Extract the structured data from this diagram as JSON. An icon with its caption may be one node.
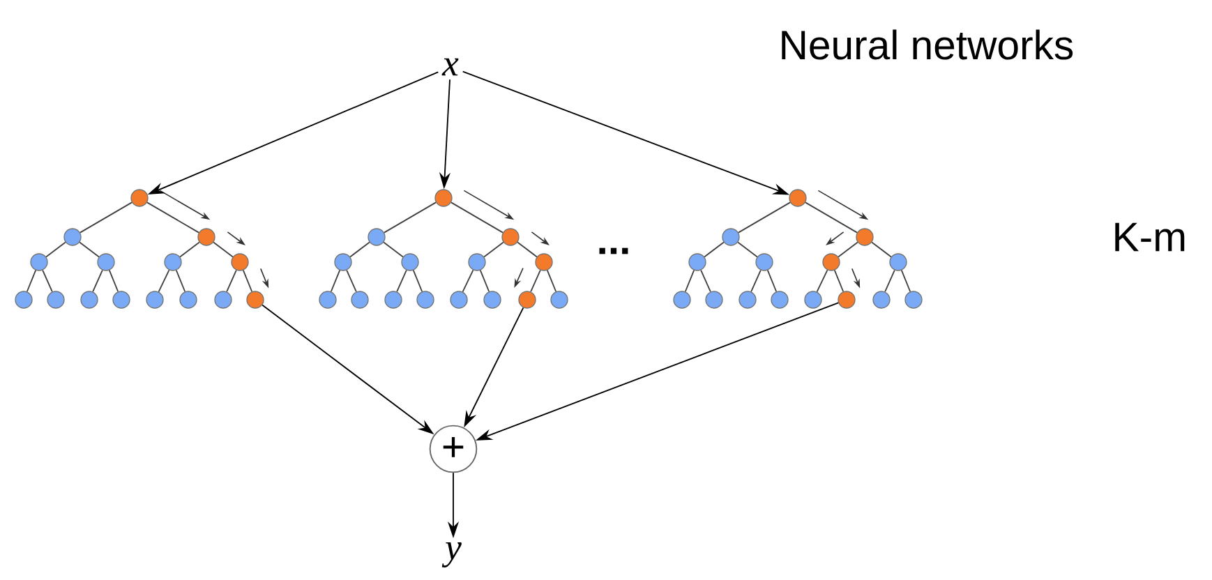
{
  "diagram": {
    "nodes": [
      {
        "text": [
          "x"
        ]
      },
      {
        "text": [],
        "shape": "circle"
      },
      {
        "text": [],
        "shape": "circle"
      },
      {
        "text": [],
        "shape": "circle"
      },
      {
        "text": [],
        "shape": "circle"
      },
      {
        "text": [],
        "shape": "circle"
      },
      {
        "text": [],
        "shape": "circle"
      },
      {
        "text": [],
        "shape": "circle"
      },
      {
        "text": [],
        "shape": "circle"
      },
      {
        "text": [],
        "shape": "circle"
      },
      {
        "text": [],
        "shape": "circle"
      },
      {
        "text": [],
        "shape": "circle"
      },
      {
        "text": [],
        "shape": "circle"
      },
      {
        "text": [],
        "shape": "circle"
      },
      {
        "text": [],
        "shape": "circle"
      },
      {
        "text": [],
        "shape": "circle"
      },
      {
        "text": [],
        "shape": "circle"
      },
      {
        "text": [],
        "shape": "circle"
      },
      {
        "text": [],
        "shape": "circle"
      },
      {
        "text": [],
        "shape": "circle"
      },
      {
        "text": [],
        "shape": "circle"
      },
      {
        "text": [],
        "shape": "circle"
      },
      {
        "text": [],
        "shape": "circle"
      },
      {
        "text": [],
        "shape": "circle"
      },
      {
        "text": [],
        "shape": "circle"
      },
      {
        "text": [],
        "shape": "circle"
      },
      {
        "text": [],
        "shape": "circle"
      },
      {
        "text": [],
        "shape": "circle"
      },
      {
        "text": [],
        "shape": "circle"
      },
      {
        "text": [],
        "shape": "circle"
      },
      {
        "text": [],
        "shape": "circle"
      },
      {
        "text": [],
        "shape": "circle"
      },
      {
        "text": [],
        "shape": "circle"
      },
      {
        "text": [],
        "shape": "circle"
      },
      {
        "text": [],
        "shape": "circle"
      },
      {
        "text": [],
        "shape": "circle"
      },
      {
        "text": [],
        "shape": "circle"
      },
      {
        "text": [],
        "shape": "circle"
      },
      {
        "text": [],
        "shape": "circle"
      },
      {
        "text": [],
        "shape": "circle"
      },
      {
        "text": [],
        "shape": "circle"
      },
      {
        "text": [],
        "shape": "circle"
      },
      {
        "text": [],
        "shape": "circle"
      },
      {
        "text": [],
        "shape": "circle"
      },
      {
        "text": [],
        "shape": "circle"
      },
      {
        "text": [],
        "shape": "circle"
      },
      {
        "text": [
          "+"
        ]
      },
      {
        "text": [
          "y"
        ]
      }
    ],
    "edges": [
      {
        "from": 0,
        "to": 1,
        "arrow": "to"
      },
      {
        "from": 0,
        "to": 16,
        "arrow": "to"
      },
      {
        "from": 0,
        "to": 31,
        "arrow": "to"
      },
      {
        "from": 1,
        "to": 2,
        "arrow": "none"
      },
      {
        "from": 1,
        "to": 3,
        "arrow": "none"
      },
      {
        "from": 2,
        "to": 4,
        "arrow": "none"
      },
      {
        "from": 2,
        "to": 5,
        "arrow": "none"
      },
      {
        "from": 3,
        "to": 6,
        "arrow": "none"
      },
      {
        "from": 3,
        "to": 7,
        "arrow": "none"
      },
      {
        "from": 4,
        "to": 8,
        "arrow": "none"
      },
      {
        "from": 4,
        "to": 9,
        "arrow": "none"
      },
      {
        "from": 5,
        "to": 10,
        "arrow": "none"
      },
      {
        "from": 5,
        "to": 11,
        "arrow": "none"
      },
      {
        "from": 6,
        "to": 12,
        "arrow": "none"
      },
      {
        "from": 6,
        "to": 13,
        "arrow": "none"
      },
      {
        "from": 7,
        "to": 14,
        "arrow": "none"
      },
      {
        "from": 7,
        "to": 15,
        "arrow": "none"
      },
      {
        "from": 16,
        "to": 17,
        "arrow": "none"
      },
      {
        "from": 16,
        "to": 18,
        "arrow": "none"
      },
      {
        "from": 17,
        "to": 19,
        "arrow": "none"
      },
      {
        "from": 17,
        "to": 20,
        "arrow": "none"
      },
      {
        "from": 18,
        "to": 21,
        "arrow": "none"
      },
      {
        "from": 18,
        "to": 22,
        "arrow": "none"
      },
      {
        "from": 19,
        "to": 23,
        "arrow": "none"
      },
      {
        "from": 19,
        "to": 24,
        "arrow": "none"
      },
      {
        "from": 20,
        "to": 25,
        "arrow": "none"
      },
      {
        "from": 20,
        "to": 26,
        "arrow": "none"
      },
      {
        "from": 21,
        "to": 27,
        "arrow": "none"
      },
      {
        "from": 21,
        "to": 28,
        "arrow": "none"
      },
      {
        "from": 22,
        "to": 29,
        "arrow": "none"
      },
      {
        "from": 22,
        "to": 30,
        "arrow": "none"
      },
      {
        "from": 31,
        "to": 32,
        "arrow": "none"
      },
      {
        "from": 31,
        "to": 33,
        "arrow": "none"
      },
      {
        "from": 32,
        "to": 34,
        "arrow": "none"
      },
      {
        "from": 32,
        "to": 35,
        "arrow": "none"
      },
      {
        "from": 33,
        "to": 36,
        "arrow": "none"
      },
      {
        "from": 33,
        "to": 37,
        "arrow": "none"
      },
      {
        "from": 34,
        "to": 38,
        "arrow": "none"
      },
      {
        "from": 34,
        "to": 39,
        "arrow": "none"
      },
      {
        "from": 35,
        "to": 40,
        "arrow": "none"
      },
      {
        "from": 35,
        "to": 41,
        "arrow": "none"
      },
      {
        "from": 36,
        "to": 42,
        "arrow": "none"
      },
      {
        "from": 36,
        "to": 43,
        "arrow": "none"
      },
      {
        "from": 37,
        "to": 44,
        "arrow": "none"
      },
      {
        "from": 37,
        "to": 45,
        "arrow": "none"
      },
      {
        "from": 15,
        "to": 46,
        "arrow": "to"
      },
      {
        "from": 29,
        "to": 46,
        "arrow": "to"
      },
      {
        "from": 43,
        "to": 46,
        "arrow": "to"
      },
      {
        "from": 46,
        "to": 47,
        "arrow": "to"
      }
    ],
    "labels": [
      "Neural networks",
      "K-m",
      "..."
    ]
  }
}
